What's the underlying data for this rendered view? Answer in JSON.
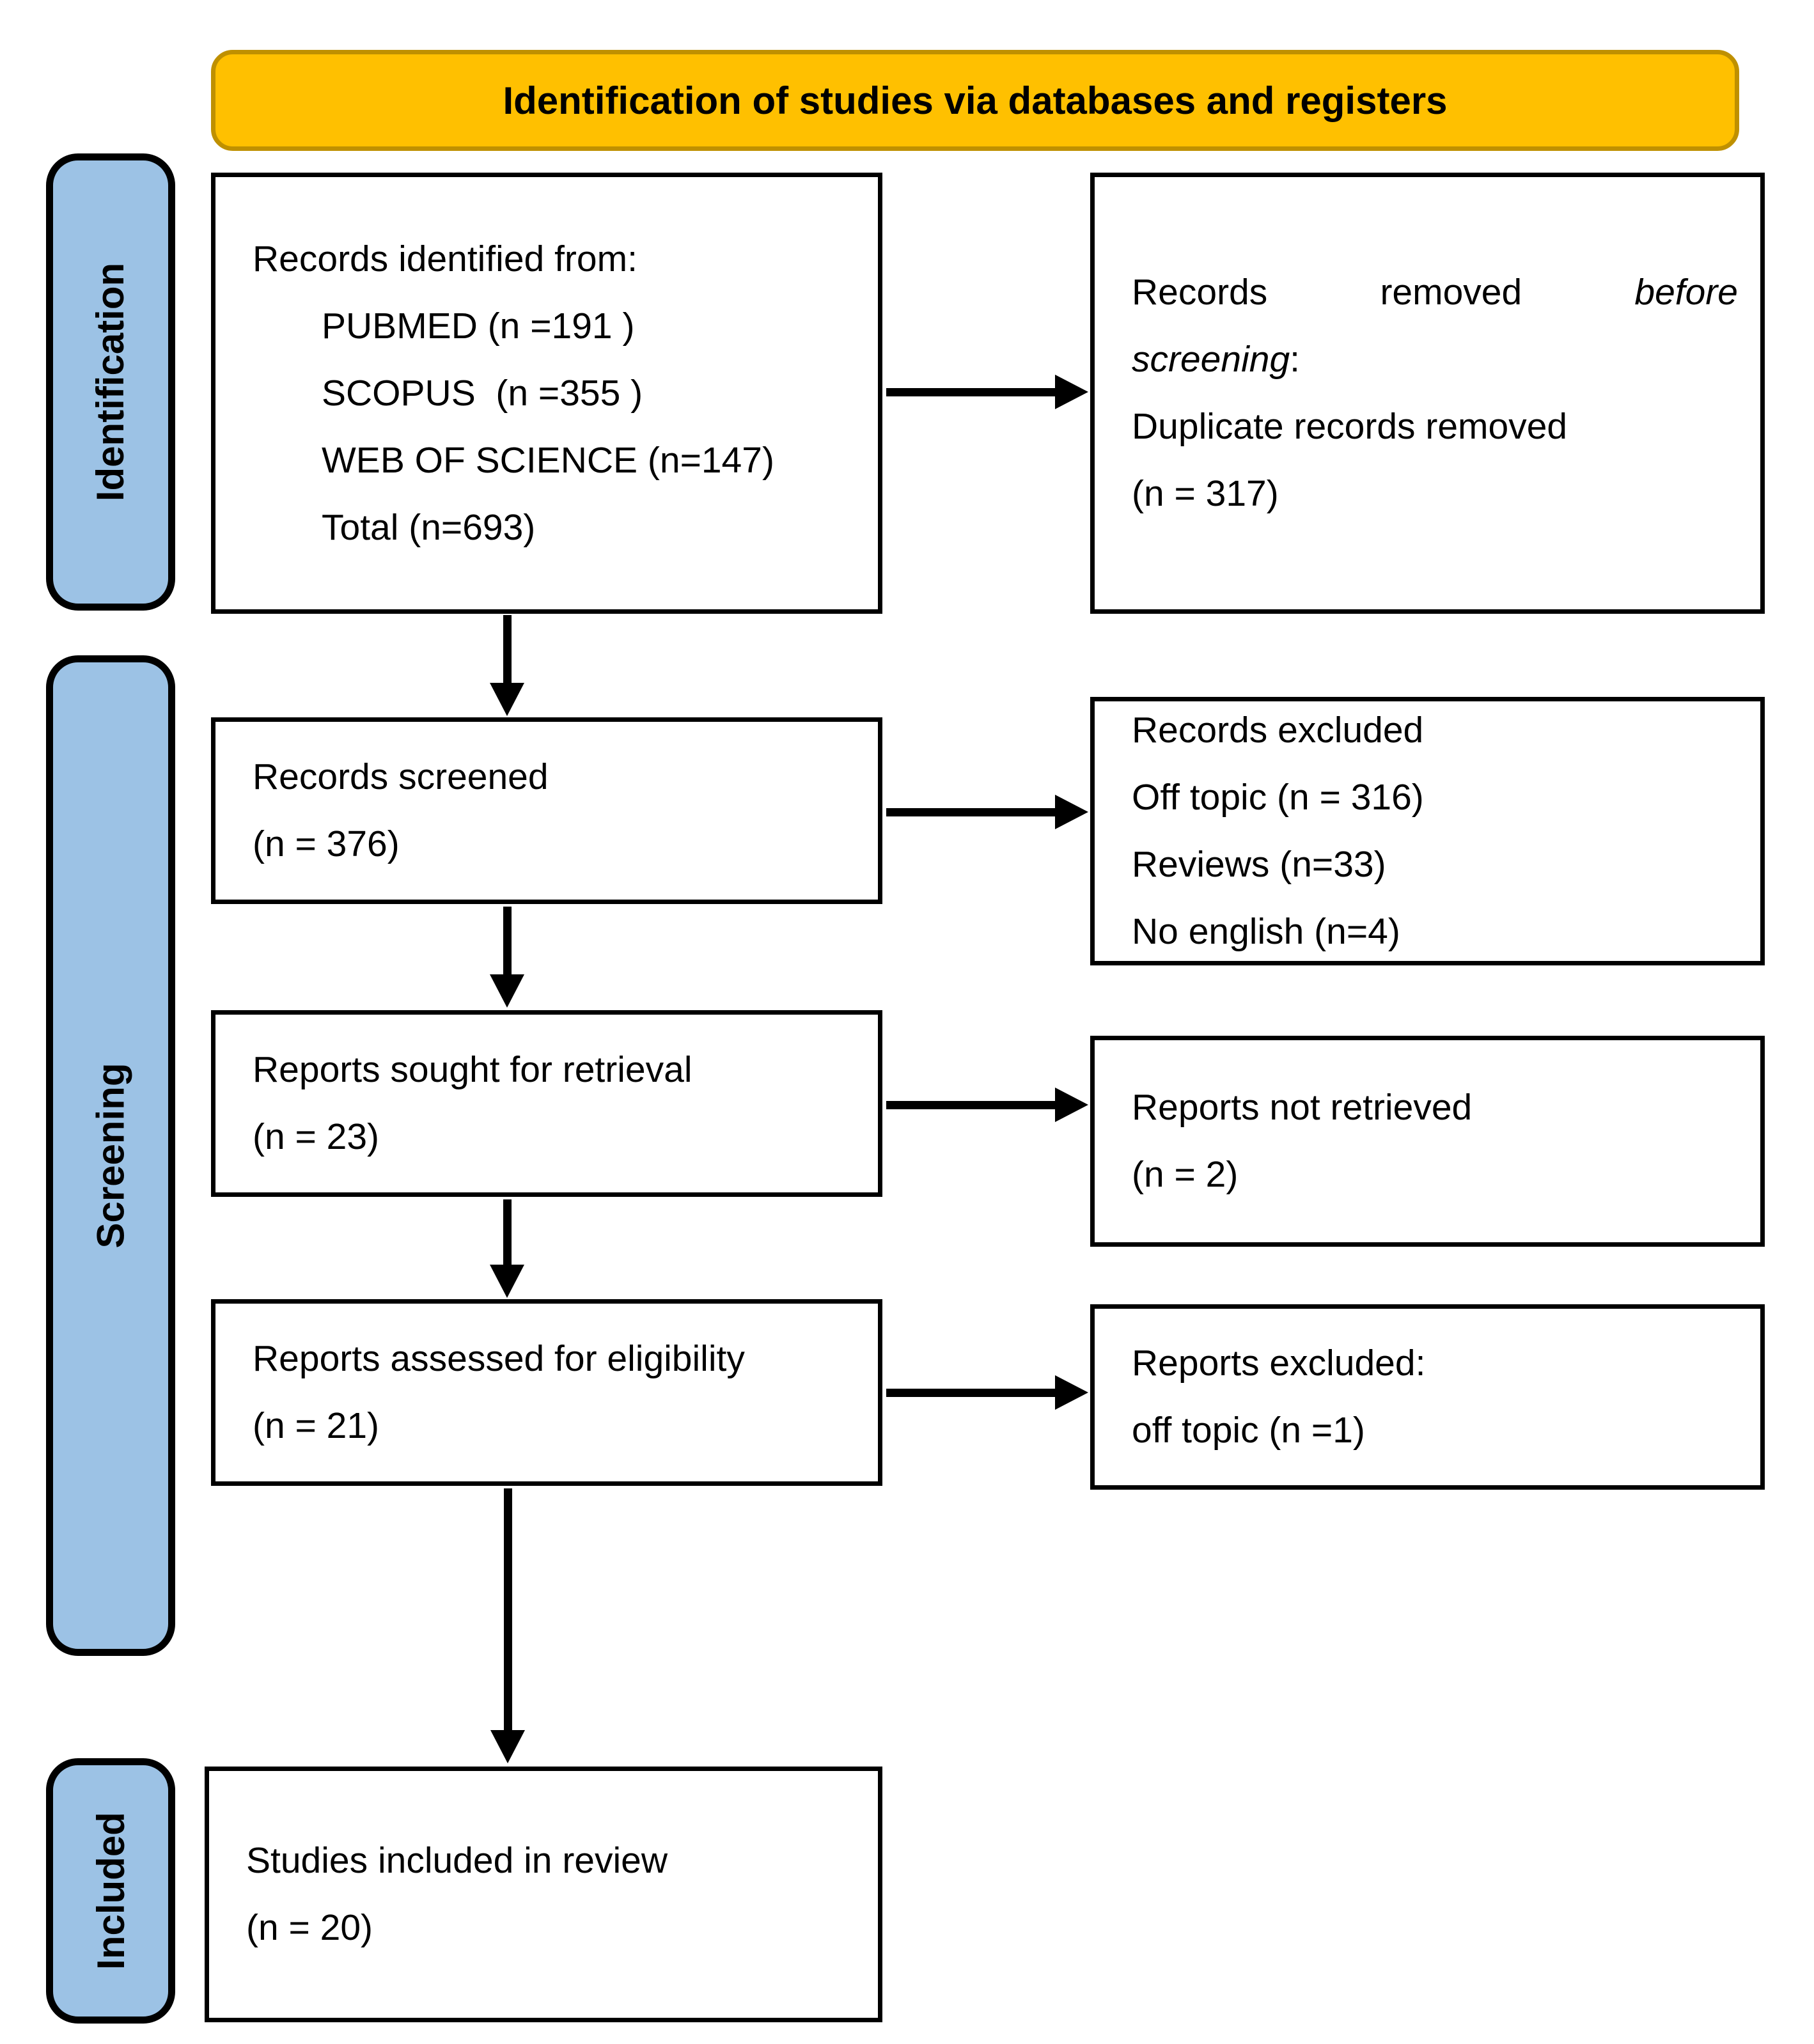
{
  "header": {
    "title": "Identification of studies via databases and registers"
  },
  "sidebar": {
    "identification": "Identification",
    "screening": "Screening",
    "included": "Included"
  },
  "boxes": {
    "identified": {
      "intro": "Records identified from:",
      "items": [
        "PUBMED (n =191 )",
        "SCOPUS  (n =355 )",
        "WEB OF SCIENCE (n=147)",
        "Total (n=693)"
      ]
    },
    "removed": {
      "justified_words": [
        "Records",
        "removed",
        "before"
      ],
      "italic_word2": "screening",
      "colon": ":",
      "line3": "Duplicate records removed",
      "line4": "(n = 317)"
    },
    "screened": {
      "line1": "Records screened",
      "line2": "(n = 376)"
    },
    "excluded_records": {
      "lines": [
        "Records excluded",
        "Off topic (n = 316)",
        "Reviews (n=33)",
        "No english (n=4)"
      ]
    },
    "sought": {
      "line1": "Reports sought for retrieval",
      "line2": "(n = 23)"
    },
    "not_retrieved": {
      "line1": "Reports not retrieved",
      "line2": "(n = 2)"
    },
    "assessed": {
      "line1": "Reports assessed for eligibility",
      "line2": "(n = 21)"
    },
    "excluded_reports": {
      "line1": "Reports excluded:",
      "line2": "off topic (n =1)"
    },
    "included_studies": {
      "line1": "Studies included in review",
      "line2": "(n = 20)"
    }
  },
  "colors": {
    "header_fill": "#FFC000",
    "header_border": "#BF9000",
    "sidebar_fill": "#9CC2E5",
    "sidebar_border": "#000000",
    "box_border": "#000000",
    "arrow": "#000000",
    "background": "#FFFFFF"
  }
}
